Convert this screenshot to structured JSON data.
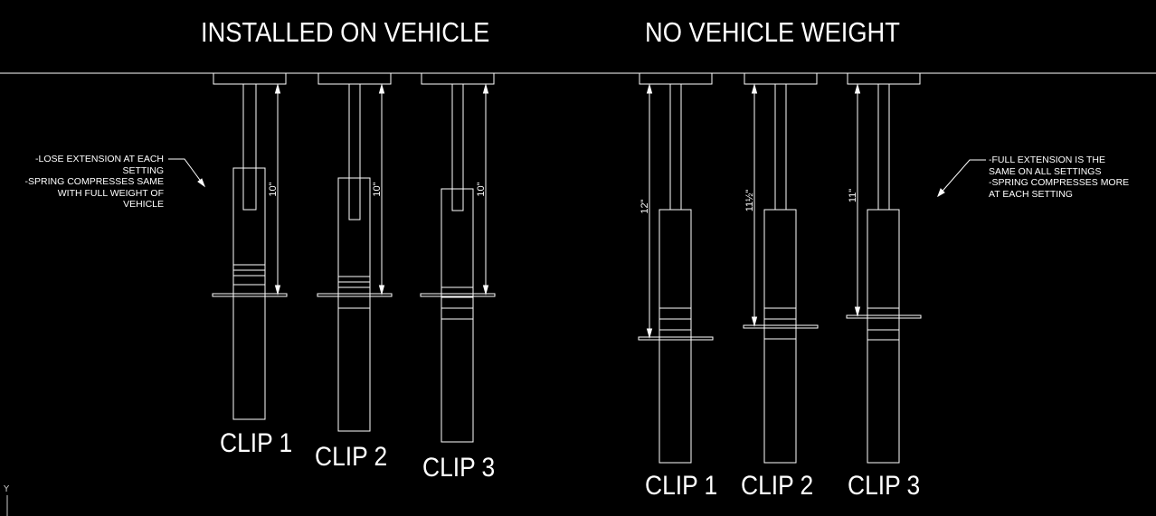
{
  "headings": {
    "installed": "INSTALLED ON VEHICLE",
    "no_weight": "NO VEHICLE WEIGHT"
  },
  "notes": {
    "left": [
      "-LOSE EXTENSION AT EACH",
      "SETTING",
      "-SPRING COMPRESSES SAME",
      "WITH FULL WEIGHT OF",
      "VEHICLE"
    ],
    "right": [
      "-FULL EXTENSION IS THE",
      "SAME ON ALL SETTINGS",
      "-SPRING COMPRESSES MORE",
      "AT EACH SETTING"
    ]
  },
  "installed_clips": [
    {
      "label": "CLIP 1",
      "dimension": "10\""
    },
    {
      "label": "CLIP 2",
      "dimension": "10\""
    },
    {
      "label": "CLIP 3",
      "dimension": "10\""
    }
  ],
  "no_weight_clips": [
    {
      "label": "CLIP 1",
      "dimension": "12\""
    },
    {
      "label": "CLIP 2",
      "dimension": "11½\""
    },
    {
      "label": "CLIP 3",
      "dimension": "11\""
    }
  ],
  "ucs_axis_label": "Y",
  "colors": {
    "background": "#000000",
    "line": "#ffffff"
  }
}
